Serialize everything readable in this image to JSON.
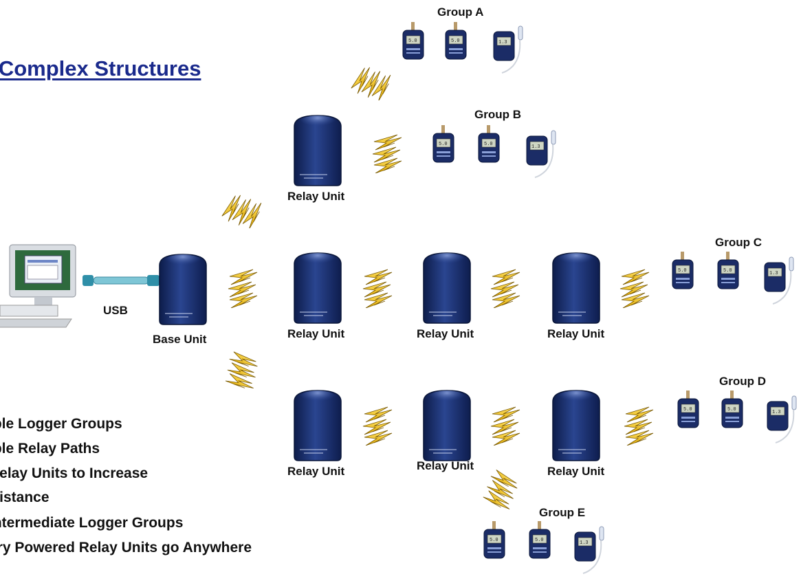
{
  "title": "e Complex Structures",
  "labels": {
    "usb": "USB",
    "base_unit": "Base Unit",
    "relay_unit": "Relay Unit",
    "group_a": "Group A",
    "group_b": "Group B",
    "group_c": "Group C",
    "group_d": "Group D",
    "group_e": "Group E"
  },
  "bullets": [
    "iple Logger Groups",
    "iple Relay Paths",
    " Relay Units to Increase",
    " Distance",
    " Intermediate Logger Groups",
    "ery Powered Relay Units go Anywhere"
  ],
  "colors": {
    "title": "#1a2a8c",
    "unit_body": "#1c2f6e",
    "bolt": "#f2c20c"
  },
  "icons": [
    "computer-icon",
    "usb-cable-icon",
    "relay-unit-icon",
    "logger-icon",
    "lightning-icon"
  ]
}
